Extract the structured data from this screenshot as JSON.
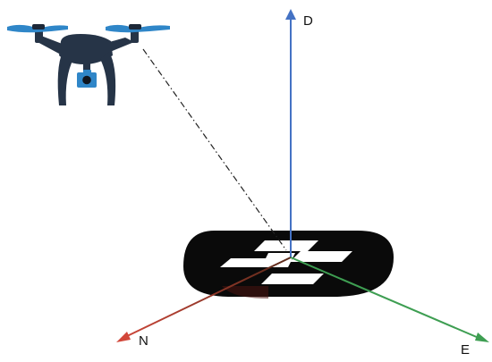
{
  "axes": {
    "down": {
      "label": "D",
      "color": "#4472C4"
    },
    "north": {
      "label": "N",
      "color": "#C0392B"
    },
    "east": {
      "label": "E",
      "color": "#3E9E52"
    }
  },
  "drone": {
    "icon": "drone-with-camera-icon",
    "body_color": "#263447",
    "propeller_color": "#2F86C8",
    "camera_color": "#2F86C8"
  },
  "landing_pad": {
    "icon": "h-landing-pad-icon",
    "color": "#0A0A0A"
  },
  "sight_line": {
    "style": "dash-dot",
    "color": "#222222"
  }
}
